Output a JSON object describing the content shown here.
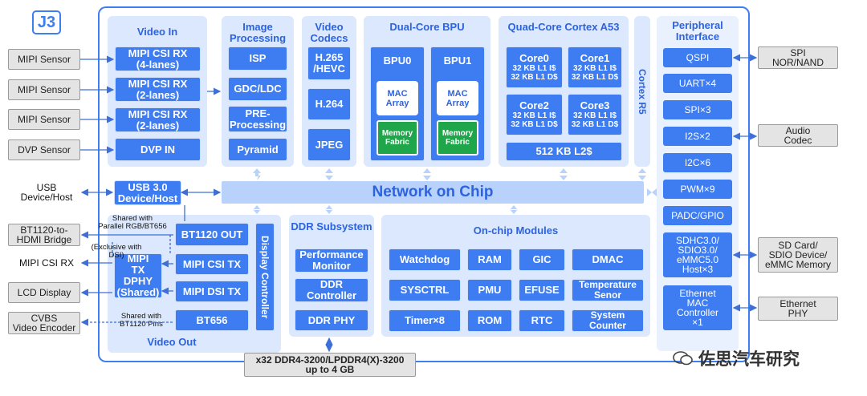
{
  "logo": "J3",
  "regions": {
    "video_in": "Video In",
    "image_processing": "Image\nProcessing",
    "video_codecs": "Video\nCodecs",
    "bpu": "Dual-Core\nBPU",
    "cpu": "Quad-Core\nCortex A53",
    "cortex_r5": "Cortex R5",
    "peripheral": "Peripheral\nInterface",
    "ddr": "DDR\nSubsystem",
    "onchip": "On-chip Modules",
    "display_controller": "Display Controller",
    "video_out": "Video Out",
    "noc": "Network on Chip"
  },
  "video_in_blocks": [
    "MIPI CSI RX\n(4-lanes)",
    "MIPI CSI RX\n(2-lanes)",
    "MIPI CSI RX\n(2-lanes)",
    "DVP IN"
  ],
  "image_blocks": [
    "ISP",
    "GDC/LDC",
    "PRE-\nProcessing",
    "Pyramid"
  ],
  "codec_blocks": [
    "H.265\n/HEVC",
    "H.264",
    "JPEG"
  ],
  "bpu_cores": [
    {
      "name": "BPU0",
      "mac": "MAC\nArray",
      "mem": "Memory\nFabric"
    },
    {
      "name": "BPU1",
      "mac": "MAC\nArray",
      "mem": "Memory\nFabric"
    }
  ],
  "cpu_cores": [
    {
      "name": "Core0",
      "i": "32 KB L1 I$",
      "d": "32 KB L1 D$"
    },
    {
      "name": "Core1",
      "i": "32 KB L1 I$",
      "d": "32 KB L1 D$"
    },
    {
      "name": "Core2",
      "i": "32 KB L1 I$",
      "d": "32 KB L1 D$"
    },
    {
      "name": "Core3",
      "i": "32 KB L1 I$",
      "d": "32 KB L1 D$"
    }
  ],
  "l2": "512 KB L2$",
  "usb": "USB 3.0\nDevice/Host",
  "video_out_blocks": {
    "bt1120": "BT1120 OUT",
    "mipi_dphy": "MIPI\nTX\nDPHY\n(Shared)",
    "mipi_csi_tx": "MIPI CSI TX",
    "mipi_dsi_tx": "MIPI DSI TX",
    "bt656": "BT656"
  },
  "ddr_blocks": [
    "Performance\nMonitor",
    "DDR\nController",
    "DDR PHY"
  ],
  "onchip_blocks": [
    "Watchdog",
    "RAM",
    "GIC",
    "DMAC",
    "SYSCTRL",
    "PMU",
    "EFUSE",
    "Temperature\nSenor",
    "Timer×8",
    "ROM",
    "RTC",
    "System\nCounter"
  ],
  "peripheral_blocks": [
    "QSPI",
    "UART×4",
    "SPI×3",
    "I2S×2",
    "I2C×6",
    "PWM×9",
    "PADC/GPIO",
    "SDHC3.0/\nSDIO3.0/\neMMC5.0\nHost×3",
    "Ethernet\nMAC\nController\n×1"
  ],
  "external_left": [
    "MIPI Sensor",
    "MIPI Sensor",
    "MIPI Sensor",
    "DVP Sensor",
    "BT1120-to-\nHDMI Bridge",
    "LCD Display",
    "CVBS\nVideo Encoder"
  ],
  "plain_left": {
    "usb": "USB\nDevice/Host",
    "mipi_rx": "MIPI CSI RX"
  },
  "notes": {
    "shared_rgb": "Shared with\nParallel RGB/BT656",
    "exclusive": "(Exclusive with\nDSI)",
    "shared_bt1120": "Shared with\nBT1120 Pins"
  },
  "external_right": [
    "SPI\nNOR/NAND",
    "Audio\nCodec",
    "SD Card/\nSDIO Device/\neMMC Memory",
    "Ethernet\nPHY"
  ],
  "ddr_external": "x32 DDR4-3200/LPDDR4(X)-3200\nup to 4 GB",
  "watermark": "佐思汽车研究",
  "colors": {
    "accent": "#3e7cf1",
    "region": "#dbe8fd",
    "border": "#3d7ef0",
    "green": "#1fa64a",
    "title": "#2c63e0"
  }
}
